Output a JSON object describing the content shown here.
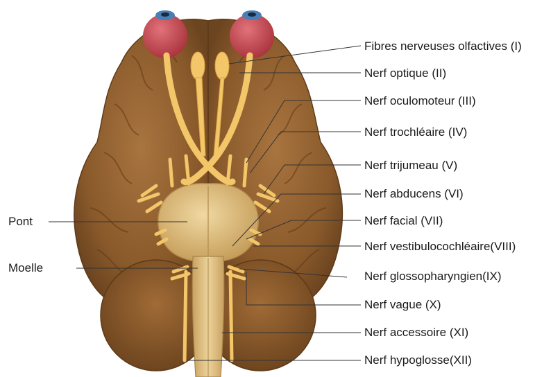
{
  "diagram": {
    "left_labels": {
      "pont": "Pont",
      "moelle": "Moelle"
    },
    "nerves": [
      {
        "name": "Fibres nerveuses olfactives (I)"
      },
      {
        "name": "Nerf optique (II)"
      },
      {
        "name": "Nerf oculomoteur (III)"
      },
      {
        "name": "Nerf trochléaire (IV)"
      },
      {
        "name": "Nerf trijumeau (V)"
      },
      {
        "name": "Nerf abducens (VI)"
      },
      {
        "name": "Nerf facial (VII)"
      },
      {
        "name": "Nerf vestibulocochléaire(VIII)"
      },
      {
        "name": "Nerf glossopharyngien(IX)"
      },
      {
        "name": "Nerf vague (X)"
      },
      {
        "name": "Nerf accessoire (XI)"
      },
      {
        "name": "Nerf hypoglosse(XII)"
      }
    ],
    "colors": {
      "brain": "#8a5a2b",
      "brain_dark": "#5e3a17",
      "brain_light": "#a7733d",
      "nerve": "#f3c66a",
      "nerve_dark": "#d9a441",
      "stem": "#d8b371",
      "eye": "#c94a52",
      "iris": "#4a7fb5",
      "leader": "#333333"
    }
  }
}
